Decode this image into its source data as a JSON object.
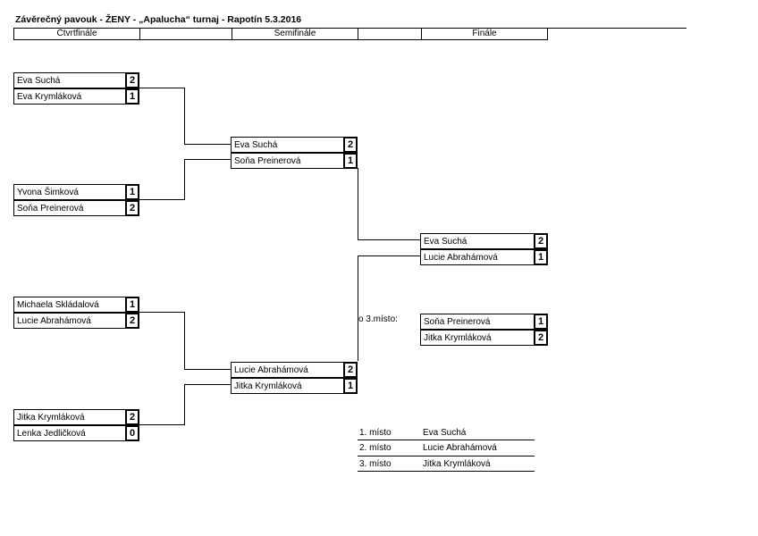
{
  "title": "Závěrečný pavouk - ŽENY - „Apalucha“ turnaj - Rapotín 5.3.2016",
  "headers": {
    "quarterfinal": "Čtvrtfinále",
    "semifinal": "Semifinále",
    "final": "Finále"
  },
  "quarterfinals": [
    {
      "p1": "Eva Suchá",
      "s1": "2",
      "p2": "Eva Krymláková",
      "s2": "1"
    },
    {
      "p1": "Yvona Šimková",
      "s1": "1",
      "p2": "Soňa Preinerová",
      "s2": "2"
    },
    {
      "p1": "Michaela Skládalová",
      "s1": "1",
      "p2": "Lucie Abrahámová",
      "s2": "2"
    },
    {
      "p1": "Jitka Krymláková",
      "s1": "2",
      "p2": "Lenka Jedličková",
      "s2": "0"
    }
  ],
  "semifinals": [
    {
      "p1": "Eva Suchá",
      "s1": "2",
      "p2": "Soňa Preinerová",
      "s2": "1"
    },
    {
      "p1": "Lucie Abrahámová",
      "s1": "2",
      "p2": "Jitka Krymláková",
      "s2": "1"
    }
  ],
  "final": {
    "p1": "Eva Suchá",
    "s1": "2",
    "p2": "Lucie Abrahámová",
    "s2": "1"
  },
  "third_place": {
    "label": "o 3.místo:",
    "p1": "Soňa Preinerová",
    "s1": "1",
    "p2": "Jitka Krymláková",
    "s2": "2"
  },
  "standings": [
    {
      "place": "1. místo",
      "name": "Eva Suchá"
    },
    {
      "place": "2. místo",
      "name": "Lucie Abrahámová"
    },
    {
      "place": "3. místo",
      "name": "Jitka Krymláková"
    }
  ]
}
